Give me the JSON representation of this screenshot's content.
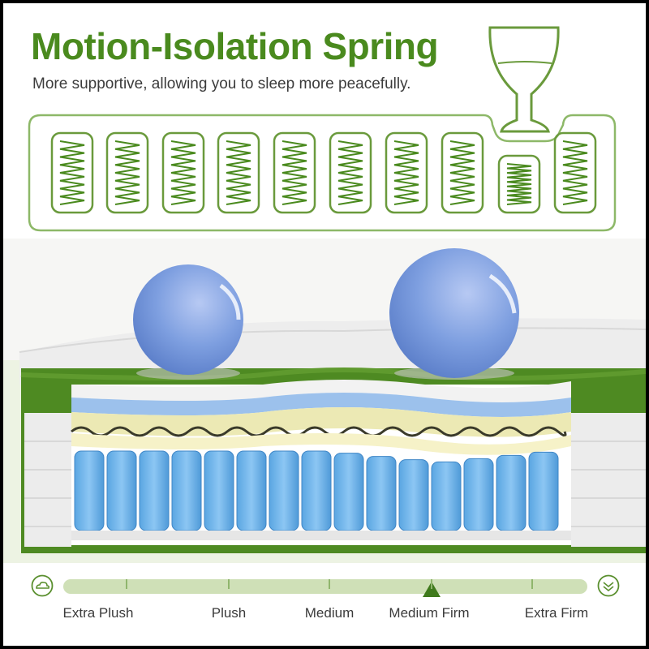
{
  "header": {
    "title": "Motion-Isolation Spring",
    "subtitle": "More supportive, allowing you to sleep more peacefully."
  },
  "diagram": {
    "icons": [
      "wine-glass-icon",
      "coil-spring-icon"
    ],
    "accent_color": "#5a8f2e"
  },
  "scene": {
    "objects": [
      "blue-ball-left",
      "blue-ball-right",
      "mattress-cross-section"
    ],
    "ball_color": "#7e9fe0"
  },
  "firmness": {
    "levels": [
      "Extra Plush",
      "Plush",
      "Medium",
      "Medium Firm",
      "Extra Firm"
    ],
    "selected_index": 3,
    "left_icon": "soft-cloud-icon",
    "right_icon": "firm-chevron-icon"
  },
  "colors": {
    "brand_green": "#4a8a1e",
    "dark_green": "#3f7a1c",
    "track_green": "#cfe0b7"
  }
}
